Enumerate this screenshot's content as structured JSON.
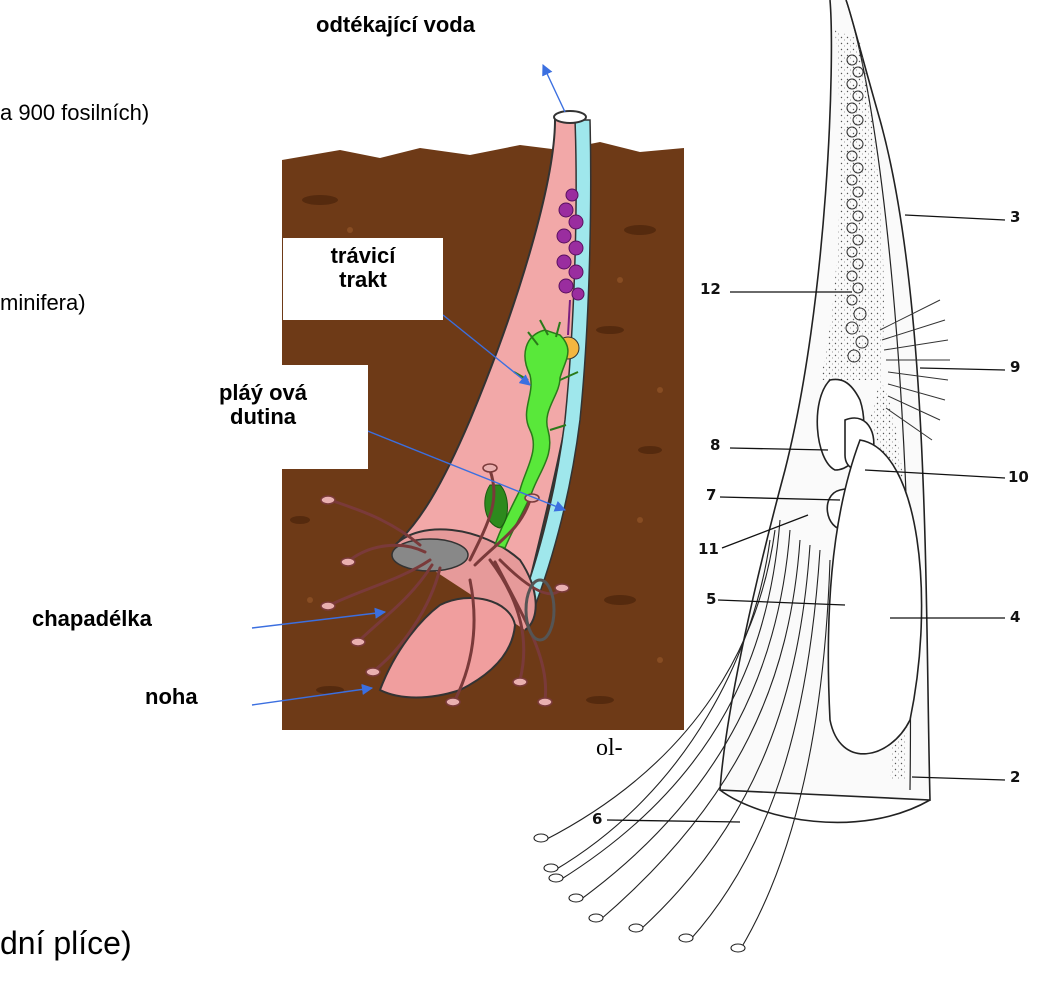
{
  "slide_fragments": {
    "fossil": "a 900 fosilních)",
    "foraminifera": "minifera)",
    "lungs": "dní plíce)",
    "snippet": "ol-"
  },
  "labels": {
    "outflow": "odtékající voda",
    "digestive": "trávicí\ntrakt",
    "mantle": "pláý ová\ndutina",
    "tentacles": "chapadélka",
    "foot": "noha"
  },
  "numbers": {
    "n3": "3",
    "n12": "12",
    "n9": "9",
    "n8": "8",
    "n10": "10",
    "n7": "7",
    "n11": "11",
    "n5": "5",
    "n4": "4",
    "n2": "2",
    "n6": "6"
  },
  "colors": {
    "soil": "#6e3a17",
    "soil_dark": "#3e1c08",
    "shell_pink": "#f2a8a8",
    "mantle_blue": "#9fe7ec",
    "gut_green": "#59e83a",
    "gonad_purple": "#9a2d9f",
    "arrow_blue": "#3b6fe0",
    "foot_pink": "#f09e9e"
  }
}
